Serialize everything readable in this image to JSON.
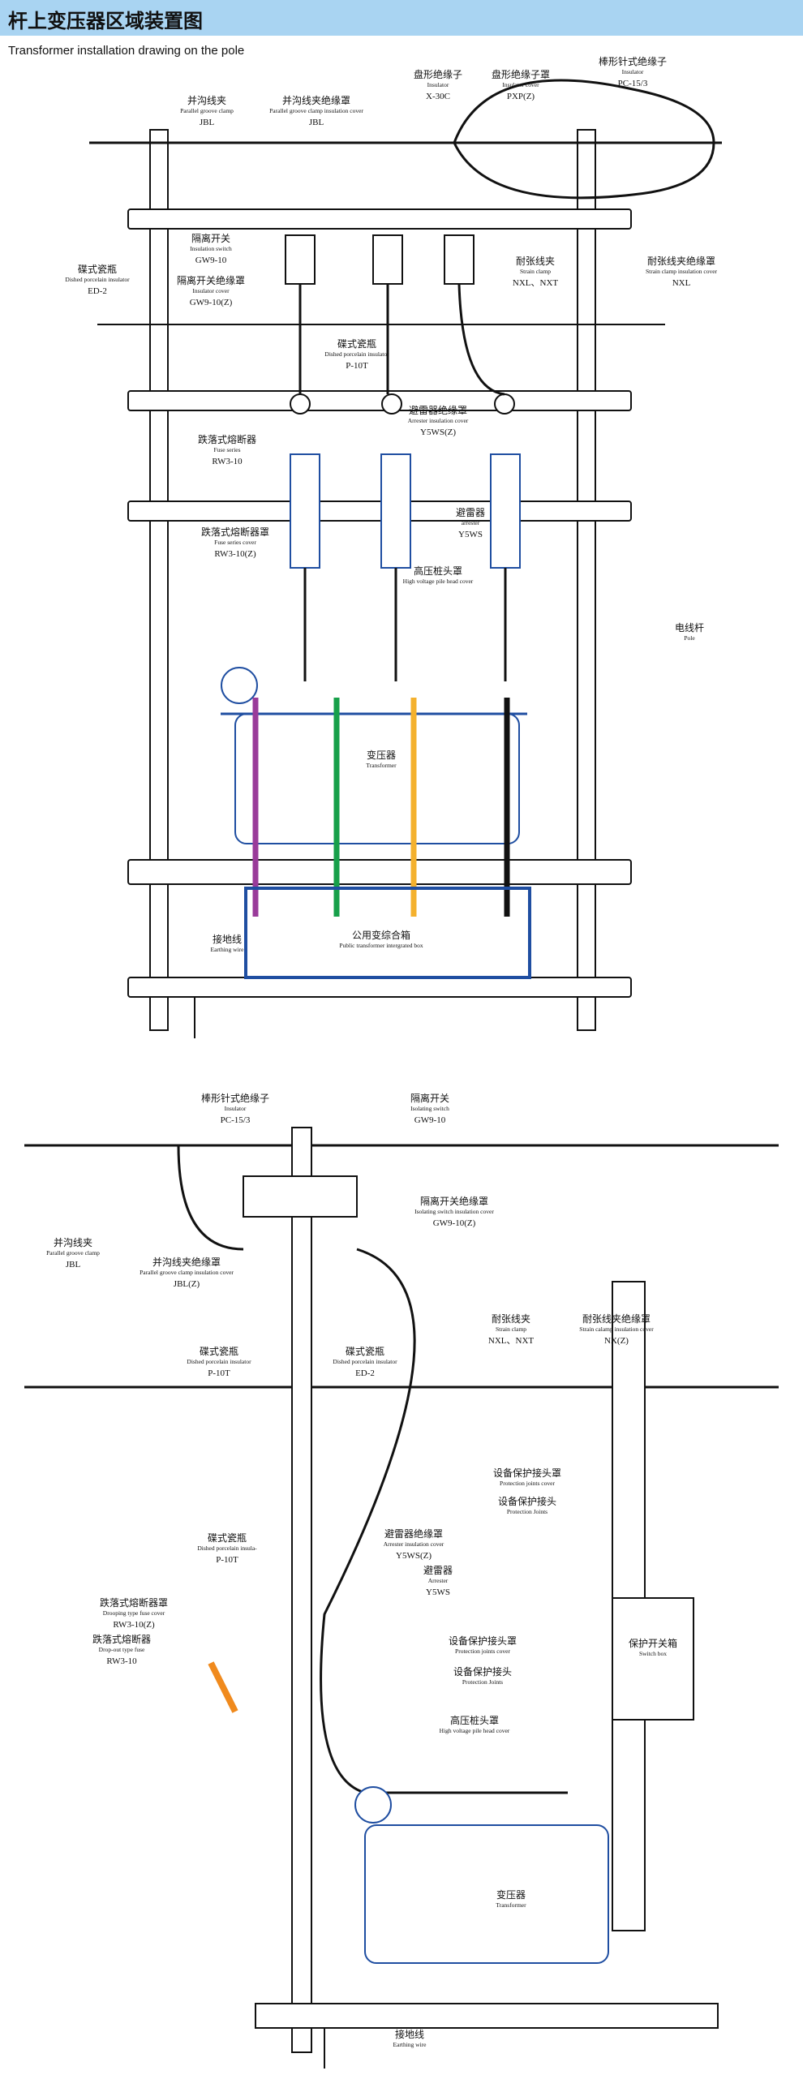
{
  "page": {
    "title": "杆上变压器区域装置图",
    "subtitle": "Transformer installation drawing on the pole"
  },
  "colors": {
    "header_bg": "#a9d4f2",
    "blue": "#1f4ea1",
    "purple": "#9a3b9a",
    "green": "#17a04a",
    "yellow": "#f4b12e",
    "orange": "#f08a1d",
    "line": "#111111"
  },
  "top_diagram": {
    "labels": [
      {
        "id": "parallel-clamp",
        "cn": "并沟线夹",
        "en": "Parallel groove clamp",
        "code": "JBL"
      },
      {
        "id": "parallel-clamp-cover",
        "cn": "并沟线夹绝缘罩",
        "en": "Parallel groove clamp insulation cover",
        "code": "JBL"
      },
      {
        "id": "disc-insulator",
        "cn": "盘形绝缘子",
        "en": "Insulator",
        "code": "X-30C"
      },
      {
        "id": "disc-insulator-cover",
        "cn": "盘形绝缘子罩",
        "en": "Insulator cover",
        "code": "PXP(Z)"
      },
      {
        "id": "rod-insulator",
        "cn": "棒形针式绝缘子",
        "en": "Insulator",
        "code": "PC-15/3"
      },
      {
        "id": "isolating-switch",
        "cn": "隔离开关",
        "en": "Insulation switch",
        "code": "GW9-10"
      },
      {
        "id": "isolating-switch-cover",
        "cn": "隔离开关绝缘罩",
        "en": "Insulator cover",
        "code": "GW9-10(Z)"
      },
      {
        "id": "dished-insulator-left",
        "cn": "碟式瓷瓶",
        "en": "Dished porcelain insulator",
        "code": "ED-2"
      },
      {
        "id": "strain-clamp",
        "cn": "耐张线夹",
        "en": "Strain clamp",
        "code": "NXL、NXT"
      },
      {
        "id": "strain-clamp-cover",
        "cn": "耐张线夹绝缘罩",
        "en": "Strain clamp insulation cover",
        "code": "NXL"
      },
      {
        "id": "dished-insulator-mid",
        "cn": "碟式瓷瓶",
        "en": "Dished porcelain insulator",
        "code": "P-10T"
      },
      {
        "id": "arrester-cover",
        "cn": "避雷器绝缘罩",
        "en": "Arrester insulation cover",
        "code": "Y5WS(Z)"
      },
      {
        "id": "fuse",
        "cn": "跌落式熔断器",
        "en": "Fuse series",
        "code": "RW3-10"
      },
      {
        "id": "arrester",
        "cn": "避雷器",
        "en": "arrester",
        "code": "Y5WS"
      },
      {
        "id": "fuse-cover",
        "cn": "跌落式熔断器罩",
        "en": "Fuse series cover",
        "code": "RW3-10(Z)"
      },
      {
        "id": "hv-pile-cover",
        "cn": "高压桩头罩",
        "en": "High voltage pile head cover",
        "code": ""
      },
      {
        "id": "pole",
        "cn": "电线杆",
        "en": "Pole",
        "code": ""
      },
      {
        "id": "transformer",
        "cn": "变压器",
        "en": "Transformer",
        "code": ""
      },
      {
        "id": "public-box",
        "cn": "公用变综合箱",
        "en": "Public transformer intergrated box",
        "code": ""
      },
      {
        "id": "earthing-wire",
        "cn": "接地线",
        "en": "Earthing wire",
        "code": ""
      }
    ]
  },
  "bottom_diagram": {
    "labels": [
      {
        "id": "rod-insulator",
        "cn": "棒形针式绝缘子",
        "en": "Insulator",
        "code": "PC-15/3"
      },
      {
        "id": "isolating-switch",
        "cn": "隔离开关",
        "en": "Isolating switch",
        "code": "GW9-10"
      },
      {
        "id": "isolating-switch-cover",
        "cn": "隔离开关绝缘罩",
        "en": "Isolating switch insulation cover",
        "code": "GW9-10(Z)"
      },
      {
        "id": "parallel-clamp",
        "cn": "并沟线夹",
        "en": "Parallel groove clamp",
        "code": "JBL"
      },
      {
        "id": "parallel-clamp-cover",
        "cn": "并沟线夹绝缘罩",
        "en": "Parallel groove clamp insulation cover",
        "code": "JBL(Z)"
      },
      {
        "id": "dished-insulator-a",
        "cn": "碟式瓷瓶",
        "en": "Dished porcelain insulator",
        "code": "P-10T"
      },
      {
        "id": "dished-insulator-b",
        "cn": "碟式瓷瓶",
        "en": "Dished porcelain insulator",
        "code": "ED-2"
      },
      {
        "id": "strain-clamp",
        "cn": "耐张线夹",
        "en": "Strain clamp",
        "code": "NXL、NXT"
      },
      {
        "id": "strain-clamp-cover",
        "cn": "耐张线夹绝缘罩",
        "en": "Strain calamp insulation cover",
        "code": "NX(Z)"
      },
      {
        "id": "protection-joint-cover",
        "cn": "设备保护接头罩",
        "en": "Protection joints cover",
        "code": ""
      },
      {
        "id": "protection-joint",
        "cn": "设备保护接头",
        "en": "Protection Joints",
        "code": ""
      },
      {
        "id": "dished-insulator-c",
        "cn": "碟式瓷瓶",
        "en": "Dished porcelain insula-",
        "code": "P-10T"
      },
      {
        "id": "arrester-cover",
        "cn": "避雷器绝缘罩",
        "en": "Arrester insulation cover",
        "code": "Y5WS(Z)"
      },
      {
        "id": "arrester",
        "cn": "避雷器",
        "en": "Arrester",
        "code": "Y5WS"
      },
      {
        "id": "drooping-fuse-cover",
        "cn": "跌落式熔断器罩",
        "en": "Drooping type fuse cover",
        "code": "RW3-10(Z)"
      },
      {
        "id": "drop-out-fuse",
        "cn": "跌落式熔断器",
        "en": "Drop-out type fuse",
        "code": "RW3-10"
      },
      {
        "id": "protection-joint-cover-2",
        "cn": "设备保护接头罩",
        "en": "Protection joints cover",
        "code": ""
      },
      {
        "id": "protection-joint-2",
        "cn": "设备保护接头",
        "en": "Protection Joints",
        "code": ""
      },
      {
        "id": "hv-pile-cover",
        "cn": "高压桩头罩",
        "en": "High voltage pile head cover",
        "code": ""
      },
      {
        "id": "switch-box",
        "cn": "保护开关箱",
        "en": "Switch box",
        "code": ""
      },
      {
        "id": "transformer",
        "cn": "变压器",
        "en": "Transformer",
        "code": ""
      },
      {
        "id": "earthing-wire",
        "cn": "接地线",
        "en": "Earthing wire",
        "code": ""
      }
    ]
  }
}
